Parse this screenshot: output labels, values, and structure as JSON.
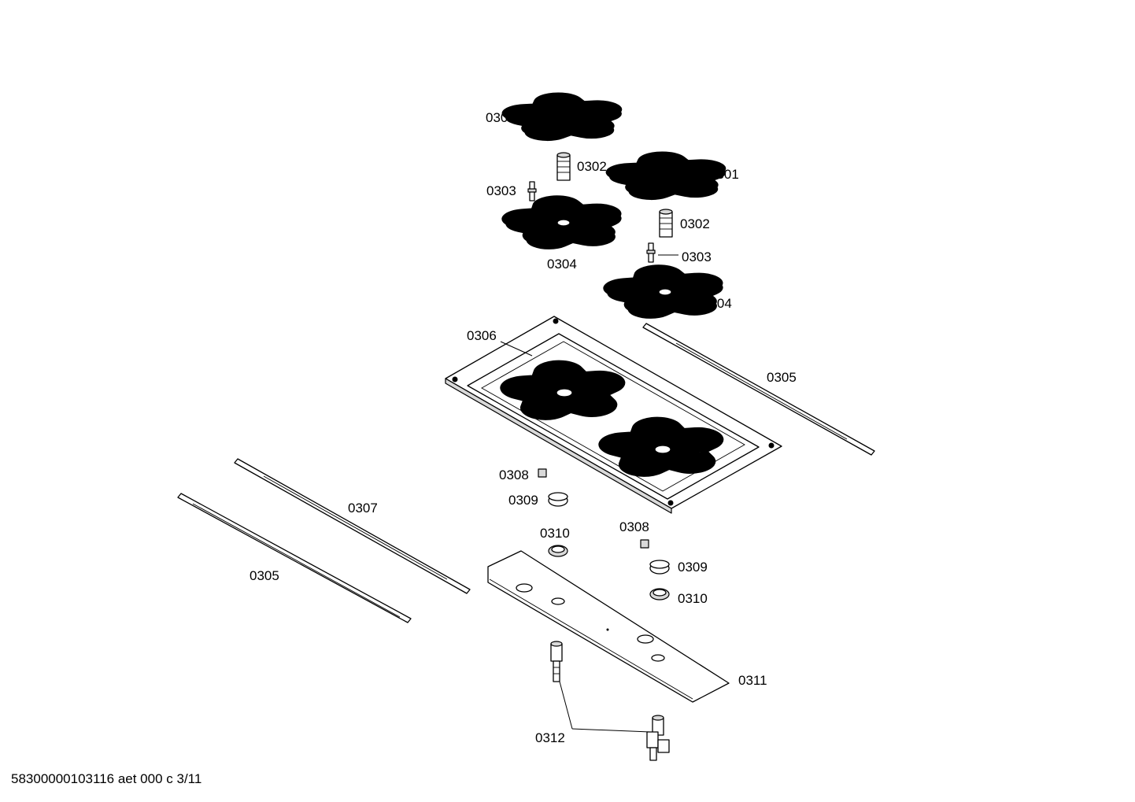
{
  "diagram": {
    "labels": {
      "l0301a": "0301",
      "l0301b": "0301",
      "l0302a": "0302",
      "l0302b": "0302",
      "l0303a": "0303",
      "l0303b": "0303",
      "l0304a": "0304",
      "l0304b": "0304",
      "l0305a": "0305",
      "l0305b": "0305",
      "l0306": "0306",
      "l0307": "0307",
      "l0308a": "0308",
      "l0308b": "0308",
      "l0309a": "0309",
      "l0309b": "0309",
      "l0310a": "0310",
      "l0310b": "0310",
      "l0311": "0311",
      "l0312": "0312"
    }
  },
  "footer": {
    "document_code": "58300000103116 aet 000 c 3/11"
  }
}
